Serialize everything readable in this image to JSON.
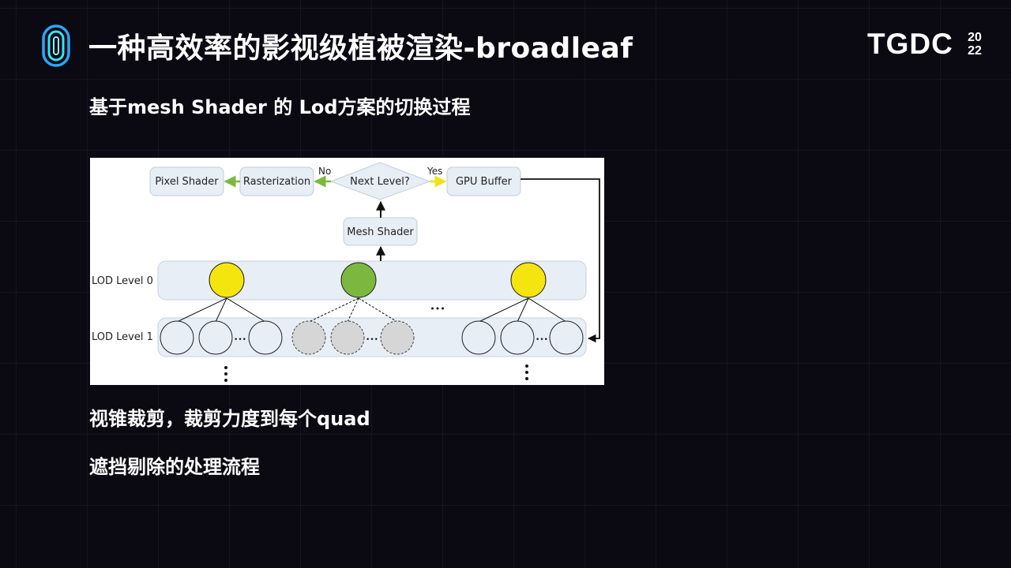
{
  "header": {
    "title": "一种高效率的影视级植被渲染-broadleaf",
    "brand": "TGDC",
    "brand_year_top": "20",
    "brand_year_bottom": "22"
  },
  "subtitle": "基于mesh Shader 的 Lod方案的切换过程",
  "diagram": {
    "nodes": {
      "pixel_shader": "Pixel Shader",
      "rasterization": "Rasterization",
      "decision": "Next Level?",
      "gpu_buffer": "GPU Buffer",
      "mesh_shader": "Mesh Shader"
    },
    "edges": {
      "no_label": "No",
      "yes_label": "Yes"
    },
    "levels": {
      "level0": "LOD Level 0",
      "level1": "LOD Level 1"
    },
    "ellipsis": "•••",
    "colors": {
      "selected_node": "#7cb83f",
      "candidate_node": "#f5e50f",
      "culled_node": "#d6d6d6",
      "level_band": "#e8eef6",
      "no_arrow": "#7cb83f",
      "yes_arrow": "#f0e21a"
    }
  },
  "bullets": [
    "视锥裁剪，裁剪力度到每个quad",
    "遮挡剔除的处理流程"
  ]
}
